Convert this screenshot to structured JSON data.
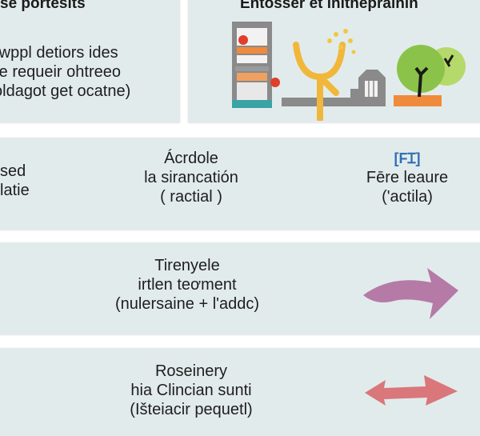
{
  "top_left_panel": {
    "title": "se portesits",
    "lines": [
      "rwppl detiors ides",
      "re requeir ohtreeo",
      "oldagot get ocatne)"
    ]
  },
  "top_right_panel": {
    "title": "Entosser et initnepralhin",
    "illustration": "urban-nature-illustration",
    "colors": {
      "building_gray": "#8a8a8a",
      "orange": "#f08a3c",
      "teal": "#3aa3a3",
      "yellow": "#f0b73a",
      "red": "#e0402a",
      "tree_green": "#8bc34a",
      "tree_light": "#b5d96b"
    }
  },
  "row2": {
    "left_lines": [
      "sed",
      "latie"
    ],
    "middle_lines": [
      "Ácrdole",
      "la sirancatión",
      "( ractial )"
    ],
    "right_tag": "[FꞮ]",
    "right_lines": [
      "Fēre leaure",
      "('actila)"
    ],
    "tag_color": "#2f6fb5"
  },
  "row3": {
    "middle_lines": [
      "Tirenyele",
      "irtlen teơment",
      "(nulersaine + l'addc)"
    ],
    "arrow_icon": "curved-right-arrow",
    "arrow_color": "#b57aa6"
  },
  "row4": {
    "middle_lines": [
      "Roseinery",
      "hia Clincian sunti",
      "(Išteiacir pequetl)"
    ],
    "arrow_icon": "double-headed-arrow",
    "arrow_color": "#d9777a"
  },
  "colors": {
    "panel_bg": "#e2ebec",
    "page_bg": "#ffffff",
    "text": "#1e1e1e"
  }
}
